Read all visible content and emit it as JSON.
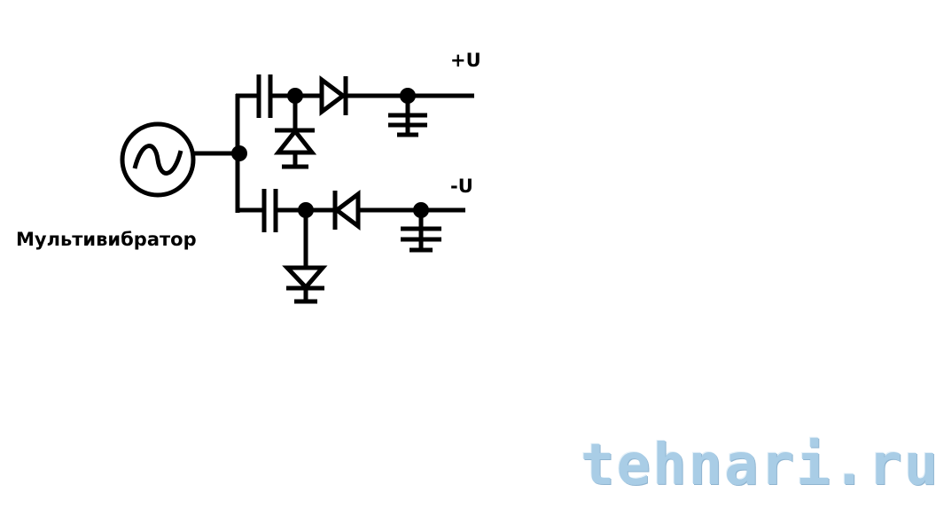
{
  "labels": {
    "generator": "Мультивибратор",
    "positive_output": "+U",
    "negative_output": "-U"
  },
  "watermark": "tehnari.ru",
  "colors": {
    "wire": "#000000",
    "watermark": "#a9cde6"
  }
}
